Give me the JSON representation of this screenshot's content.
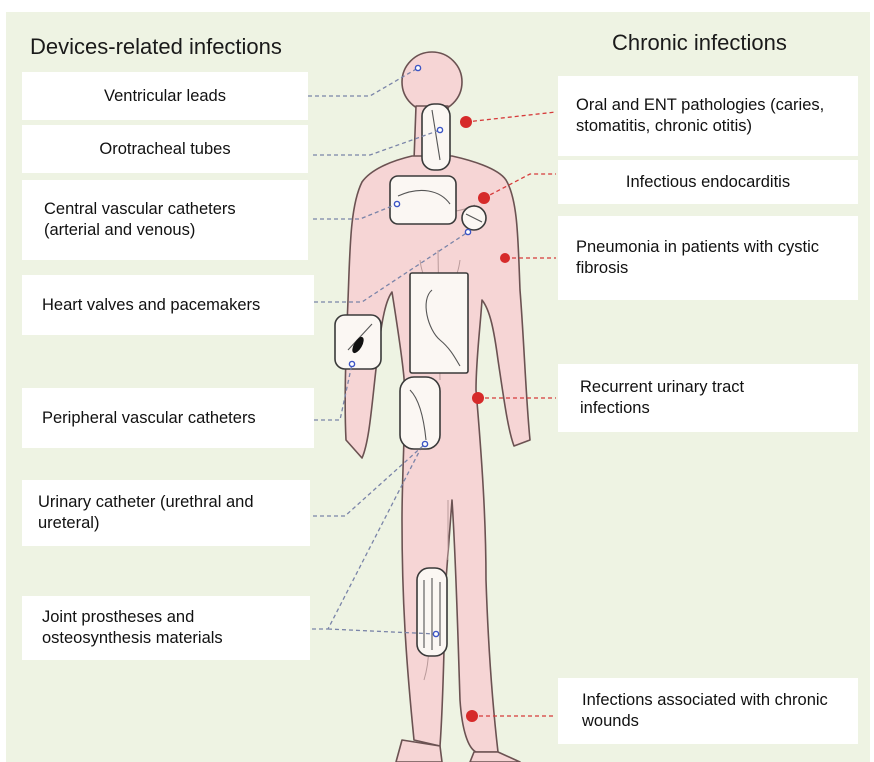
{
  "titles": {
    "left": "Devices-related infections",
    "right": "Chronic infections"
  },
  "device_infections": [
    "Ventricular leads",
    "Orotracheal tubes",
    "Central vascular catheters (arterial and venous)",
    "Heart valves and pacemakers",
    "Peripheral vascular catheters",
    "Urinary catheter (urethral and ureteral)",
    "Joint prostheses and osteosynthesis materials"
  ],
  "chronic_infections": [
    "Oral and ENT pathologies (caries, stomatitis, chronic otitis)",
    "Infectious endocarditis",
    "Pneumonia in patients with cystic fibrosis",
    "Recurrent urinary tract infections",
    "Infections associated with chronic wounds"
  ],
  "colors": {
    "background": "#eef3e3",
    "body": "#f6d5d5",
    "device_line": "#7a84a8",
    "device_marker": "#3d55c4",
    "chronic_line": "#d63a3a",
    "chronic_marker": "#d62a2a"
  },
  "icons": [
    "human-body-figure",
    "device-inset",
    "infection-site-dot"
  ]
}
